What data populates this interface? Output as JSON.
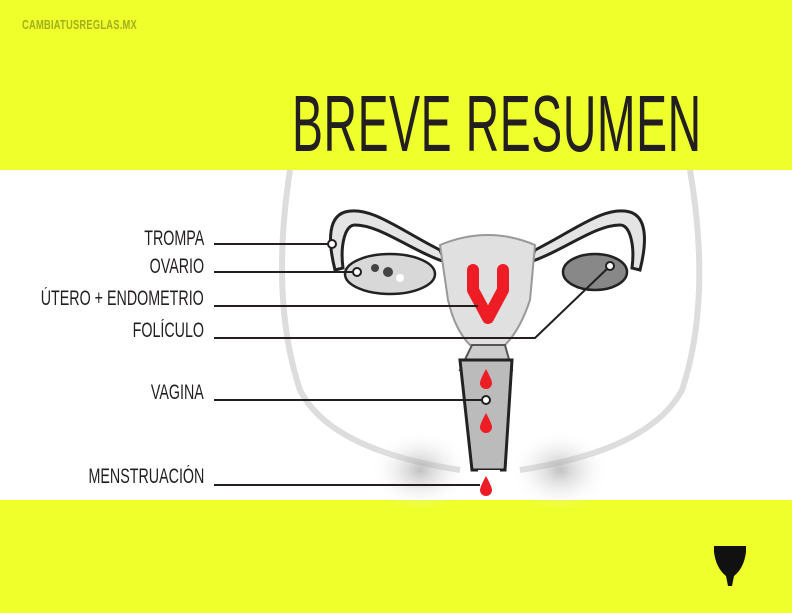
{
  "site": "CAMBIATUSREGLAS.MX",
  "title": "BREVE RESUMEN",
  "labels": {
    "trompa": "TROMPA",
    "ovario": "OVARIO",
    "utero": "ÚTERO + ENDOMETRIO",
    "foliculo": "FOLÍCULO",
    "vagina": "VAGINA",
    "menstruacion": "MENSTRUACIÓN"
  },
  "colors": {
    "yellow": "#eeff2c",
    "red": "#ee1c25",
    "ink": "#231f20"
  },
  "icons": [
    "menstrual-cup-icon"
  ]
}
